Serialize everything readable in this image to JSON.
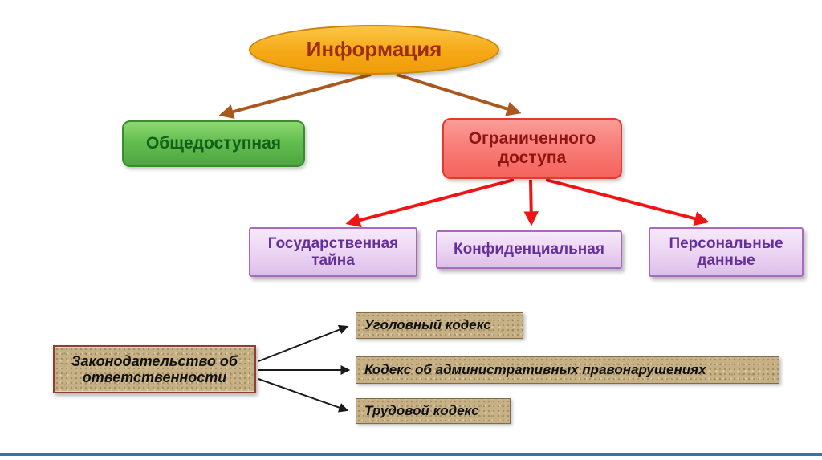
{
  "diagram": {
    "title_node": {
      "label": "Информация"
    },
    "branches": [
      {
        "id": "public",
        "label": "Общедоступная"
      },
      {
        "id": "restricted",
        "label": "Ограниченного доступа"
      }
    ],
    "restricted_children": [
      {
        "id": "state-secret",
        "label": "Государственная тайна"
      },
      {
        "id": "confidential",
        "label": "Конфиденциальная"
      },
      {
        "id": "personal-data",
        "label": "Персональные данные"
      }
    ],
    "legislation": {
      "label": "Законодательство об ответственности",
      "codes": [
        {
          "label": "Уголовный кодекс"
        },
        {
          "label": "Кодекс об административных правонарушениях"
        },
        {
          "label": "Трудовой кодекс"
        }
      ]
    },
    "colors": {
      "root_fill": "#F5A815",
      "root_border": "#C8860B",
      "root_text": "#9E2D12",
      "branch_arrow": "#A9591F",
      "public_fill": "#63BE50",
      "public_border": "#3A8A2E",
      "public_text": "#145F19",
      "restricted_fill": "#F87E79",
      "restricted_border": "#E03A31",
      "restricted_text": "#8F1511",
      "restricted_arrow": "#F01414",
      "child_fill": "#EBD3F2",
      "child_border": "#A66BBE",
      "child_text": "#66309C",
      "code_fill": "#C7B184",
      "code_border": "#7E6D48",
      "legislation_border": "#8A4132",
      "code_arrow": "#1A1A1A",
      "footer_line": "#2E75B6"
    }
  }
}
